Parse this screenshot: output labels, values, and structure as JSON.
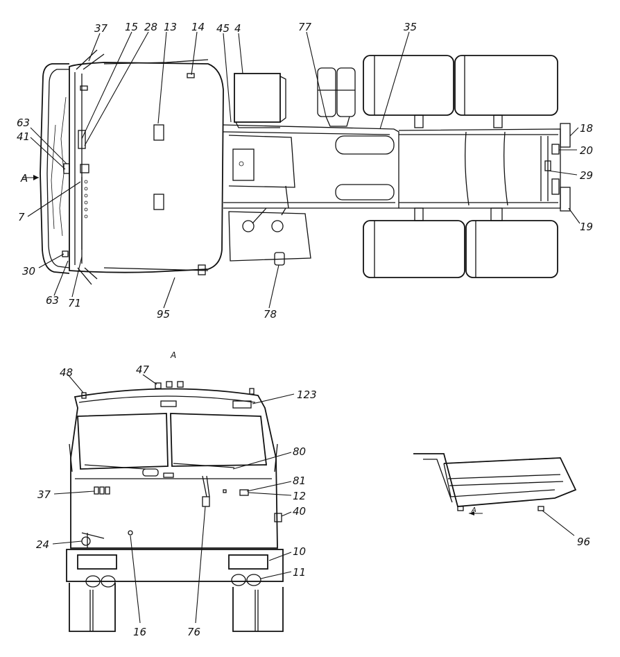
{
  "top_view": {
    "view_marker": "A",
    "callouts": [
      "37",
      "15",
      "28",
      "13",
      "14",
      "45",
      "4",
      "77",
      "35",
      "18",
      "20",
      "29",
      "19",
      "63",
      "41",
      "7",
      "30",
      "63",
      "71",
      "95",
      "78"
    ]
  },
  "front_view": {
    "view_title": "A",
    "callouts": [
      "48",
      "47",
      "123",
      "80",
      "81",
      "12",
      "37",
      "40",
      "24",
      "10",
      "11",
      "16",
      "76"
    ]
  },
  "frame_view": {
    "view_marker": "A",
    "callouts": [
      "96"
    ]
  }
}
